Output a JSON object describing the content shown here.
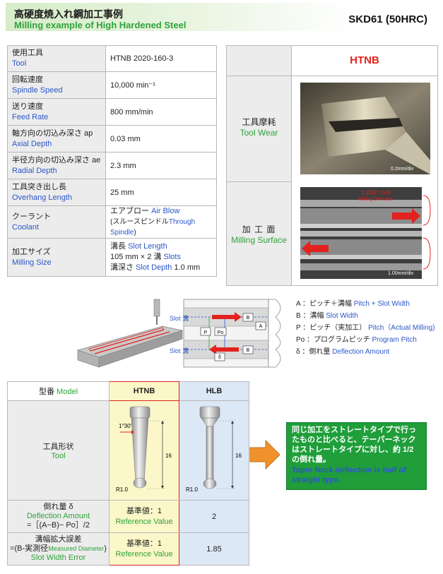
{
  "header": {
    "title_jp": "高硬度焼入れ鋼加工事例",
    "title_en": "Milling example of High Hardened Steel",
    "material": "SKD61 (50HRC)"
  },
  "conditions": [
    {
      "jp": "使用工具",
      "en": "Tool",
      "value": "HTNB 2020-160-3"
    },
    {
      "jp": "回転速度",
      "en": "Spindle Speed",
      "value": "10,000 min⁻¹"
    },
    {
      "jp": "送り速度",
      "en": "Feed Rate",
      "value": "800 mm/min"
    },
    {
      "jp": "軸方向の切込み深さ ap",
      "en": "Axial Depth",
      "value": "0.03 mm"
    },
    {
      "jp": "半径方向の切込み深さ ae",
      "en": "Radial Depth",
      "value": "2.3 mm"
    },
    {
      "jp": "工具突き出し長",
      "en": "Overhang Length",
      "value": "25 mm"
    }
  ],
  "coolant": {
    "jp": "クーラント",
    "en": "Coolant",
    "value1_jp": "エアブロー",
    "value1_en": "Air Blow",
    "value2_jp": "(スルースピンドル",
    "value2_en": "Through Spindle",
    "value2_close": ")"
  },
  "milling_size": {
    "jp": "加工サイズ",
    "en": "Milling Size",
    "line1_jp": "溝長",
    "line1_en": "Slot Length",
    "line2_a": "105 mm × 2 溝",
    "line2_en": "Slots",
    "line3_jp": "溝深さ",
    "line3_en": "Slot  Depth",
    "line3_val": "1.0 mm"
  },
  "results": {
    "tool_name": "HTNB",
    "wear_jp": "工具摩耗",
    "wear_en": "Tool Wear",
    "wear_scale": "0.2mm/div",
    "surface_jp": "加 工 面",
    "surface_en": "Milling Surface",
    "direction_jp": "工具送り方向",
    "direction_en": "Milling Direction",
    "surface_scale": "1.00mm/div"
  },
  "diagram": {
    "slot_label": "Slot 溝",
    "markers": [
      "B",
      "A",
      "P",
      "Po",
      "B",
      "δ"
    ]
  },
  "legend": [
    {
      "key": "A",
      "jp": "：ピッチ＋溝幅",
      "en": "Pitch + Slot Width"
    },
    {
      "key": "B",
      "jp": "：溝幅",
      "en": "Slot Width"
    },
    {
      "key": "P",
      "jp": "：ピッチ（実加工）",
      "en": "Pitch（Actual Milling)"
    },
    {
      "key": "Po",
      "jp": "：プログラムピッチ",
      "en": "Program Pitch"
    },
    {
      "key": "δ",
      "jp": "：倒れ量",
      "en": "Deflection Amount"
    }
  ],
  "comparison": {
    "model_jp": "型番",
    "model_en": "Model",
    "tool1": "HTNB",
    "tool2": "HLB",
    "shape_jp": "工具形状",
    "shape_en": "Tool",
    "angle": "1°30′",
    "length": "16",
    "radius": "R1.0",
    "defl_jp": "倒れ量 δ",
    "defl_en": "Deflection Amount",
    "defl_formula": "=［(A−B)− Po］/2",
    "defl_ref_jp": "基準値：1",
    "defl_ref_en": "Reference Value",
    "defl_hlb": "2",
    "err_jp1": "溝幅拡大誤差",
    "err_jp2": "=(B-実測径",
    "err_en_inline": "Measured Diameter",
    "err_close": ")",
    "err_en": "Slot Width Error",
    "err_ref_jp": "基準値：1",
    "err_ref_en": "Reference Value",
    "err_hlb": "1.85"
  },
  "callout": {
    "jp": "同じ加工をストレートタイプで行ったものと比べると、テーパーネックはストレートタイプに対し、約 1/2 の倒れ量。",
    "en": "Taper Neck deflection is half of straight type."
  }
}
